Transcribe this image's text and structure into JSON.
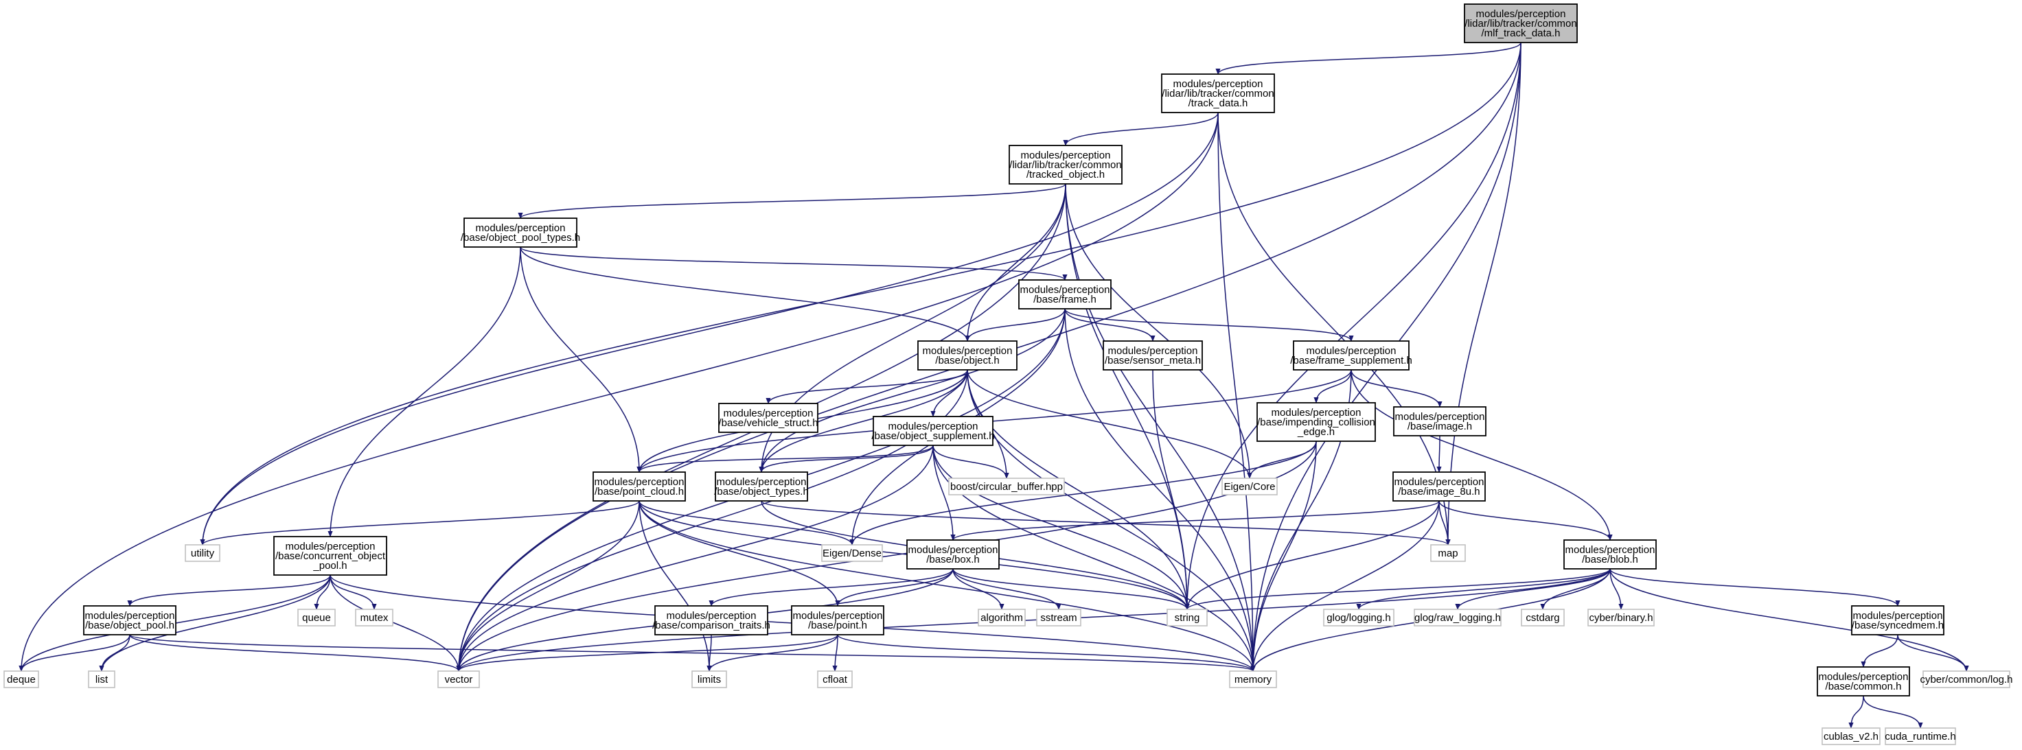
{
  "graph": {
    "nodes": [
      {
        "id": "mlf",
        "kind": "root",
        "lines": [
          "modules/perception",
          "/lidar/lib/tracker/common",
          "/mlf_track_data.h"
        ]
      },
      {
        "id": "track_data",
        "kind": "main",
        "lines": [
          "modules/perception",
          "/lidar/lib/tracker/common",
          "/track_data.h"
        ]
      },
      {
        "id": "tracked_object",
        "kind": "main",
        "lines": [
          "modules/perception",
          "/lidar/lib/tracker/common",
          "/tracked_object.h"
        ]
      },
      {
        "id": "object_pool_types",
        "kind": "main",
        "lines": [
          "modules/perception",
          "/base/object_pool_types.h"
        ]
      },
      {
        "id": "frame",
        "kind": "main",
        "lines": [
          "modules/perception",
          "/base/frame.h"
        ]
      },
      {
        "id": "object",
        "kind": "main",
        "lines": [
          "modules/perception",
          "/base/object.h"
        ]
      },
      {
        "id": "sensor_meta",
        "kind": "main",
        "lines": [
          "modules/perception",
          "/base/sensor_meta.h"
        ]
      },
      {
        "id": "frame_supplement",
        "kind": "main",
        "lines": [
          "modules/perception",
          "/base/frame_supplement.h"
        ]
      },
      {
        "id": "vehicle_struct",
        "kind": "main",
        "lines": [
          "modules/perception",
          "/base/vehicle_struct.h"
        ]
      },
      {
        "id": "object_supplement",
        "kind": "main",
        "lines": [
          "modules/perception",
          "/base/object_supplement.h"
        ]
      },
      {
        "id": "impending",
        "kind": "main",
        "lines": [
          "modules/perception",
          "/base/impending_collision",
          "_edge.h"
        ]
      },
      {
        "id": "image",
        "kind": "main",
        "lines": [
          "modules/perception",
          "/base/image.h"
        ]
      },
      {
        "id": "point_cloud",
        "kind": "main",
        "lines": [
          "modules/perception",
          "/base/point_cloud.h"
        ]
      },
      {
        "id": "object_types",
        "kind": "main",
        "lines": [
          "modules/perception",
          "/base/object_types.h"
        ]
      },
      {
        "id": "image_8u",
        "kind": "main",
        "lines": [
          "modules/perception",
          "/base/image_8u.h"
        ]
      },
      {
        "id": "concurrent_pool",
        "kind": "main",
        "lines": [
          "modules/perception",
          "/base/concurrent_object",
          "_pool.h"
        ]
      },
      {
        "id": "box",
        "kind": "main",
        "lines": [
          "modules/perception",
          "/base/box.h"
        ]
      },
      {
        "id": "blob",
        "kind": "main",
        "lines": [
          "modules/perception",
          "/base/blob.h"
        ]
      },
      {
        "id": "object_pool",
        "kind": "main",
        "lines": [
          "modules/perception",
          "/base/object_pool.h"
        ]
      },
      {
        "id": "comparison",
        "kind": "main",
        "lines": [
          "modules/perception",
          "/base/comparison_traits.h"
        ]
      },
      {
        "id": "point",
        "kind": "main",
        "lines": [
          "modules/perception",
          "/base/point.h"
        ]
      },
      {
        "id": "syncedmem",
        "kind": "main",
        "lines": [
          "modules/perception",
          "/base/syncedmem.h"
        ]
      },
      {
        "id": "common",
        "kind": "main",
        "lines": [
          "modules/perception",
          "/base/common.h"
        ]
      },
      {
        "id": "utility",
        "kind": "ext",
        "lines": [
          "utility"
        ]
      },
      {
        "id": "map",
        "kind": "ext",
        "lines": [
          "map"
        ]
      },
      {
        "id": "deque",
        "kind": "ext",
        "lines": [
          "deque"
        ]
      },
      {
        "id": "list",
        "kind": "ext",
        "lines": [
          "list"
        ]
      },
      {
        "id": "vector",
        "kind": "ext",
        "lines": [
          "vector"
        ]
      },
      {
        "id": "memory",
        "kind": "ext",
        "lines": [
          "memory"
        ]
      },
      {
        "id": "eigen_core",
        "kind": "ext",
        "lines": [
          "Eigen/Core"
        ]
      },
      {
        "id": "eigen_dense",
        "kind": "ext",
        "lines": [
          "Eigen/Dense"
        ]
      },
      {
        "id": "boost_cb",
        "kind": "ext",
        "lines": [
          "boost/circular_buffer.hpp"
        ]
      },
      {
        "id": "string",
        "kind": "ext",
        "lines": [
          "string"
        ]
      },
      {
        "id": "queue",
        "kind": "ext",
        "lines": [
          "queue"
        ]
      },
      {
        "id": "mutex",
        "kind": "ext",
        "lines": [
          "mutex"
        ]
      },
      {
        "id": "limits",
        "kind": "ext",
        "lines": [
          "limits"
        ]
      },
      {
        "id": "cfloat",
        "kind": "ext",
        "lines": [
          "cfloat"
        ]
      },
      {
        "id": "algorithm",
        "kind": "ext",
        "lines": [
          "algorithm"
        ]
      },
      {
        "id": "sstream",
        "kind": "ext",
        "lines": [
          "sstream"
        ]
      },
      {
        "id": "glog_logging",
        "kind": "ext",
        "lines": [
          "glog/logging.h"
        ]
      },
      {
        "id": "glog_raw",
        "kind": "ext",
        "lines": [
          "glog/raw_logging.h"
        ]
      },
      {
        "id": "cstdarg",
        "kind": "ext",
        "lines": [
          "cstdarg"
        ]
      },
      {
        "id": "cyber_binary",
        "kind": "ext",
        "lines": [
          "cyber/binary.h"
        ]
      },
      {
        "id": "cyber_log",
        "kind": "ext",
        "lines": [
          "cyber/common/log.h"
        ]
      },
      {
        "id": "cublas",
        "kind": "ext",
        "lines": [
          "cublas_v2.h"
        ]
      },
      {
        "id": "cuda_runtime",
        "kind": "ext",
        "lines": [
          "cuda_runtime.h"
        ]
      }
    ],
    "edges": [
      [
        "mlf",
        "track_data"
      ],
      [
        "mlf",
        "utility"
      ],
      [
        "mlf",
        "vector"
      ],
      [
        "mlf",
        "map"
      ],
      [
        "mlf",
        "string"
      ],
      [
        "mlf",
        "memory"
      ],
      [
        "track_data",
        "tracked_object"
      ],
      [
        "track_data",
        "utility"
      ],
      [
        "track_data",
        "deque"
      ],
      [
        "track_data",
        "map"
      ],
      [
        "track_data",
        "memory"
      ],
      [
        "tracked_object",
        "object_pool_types"
      ],
      [
        "tracked_object",
        "object"
      ],
      [
        "tracked_object",
        "object_types"
      ],
      [
        "tracked_object",
        "vector"
      ],
      [
        "tracked_object",
        "eigen_core"
      ],
      [
        "tracked_object",
        "string"
      ],
      [
        "tracked_object",
        "memory"
      ],
      [
        "object_pool_types",
        "frame"
      ],
      [
        "object_pool_types",
        "object"
      ],
      [
        "object_pool_types",
        "point_cloud"
      ],
      [
        "object_pool_types",
        "concurrent_pool"
      ],
      [
        "frame",
        "object"
      ],
      [
        "frame",
        "sensor_meta"
      ],
      [
        "frame",
        "frame_supplement"
      ],
      [
        "frame",
        "object_types"
      ],
      [
        "frame",
        "eigen_dense"
      ],
      [
        "frame",
        "vector"
      ],
      [
        "frame",
        "memory"
      ],
      [
        "object",
        "vehicle_struct"
      ],
      [
        "object",
        "object_supplement"
      ],
      [
        "object",
        "point_cloud"
      ],
      [
        "object",
        "object_types"
      ],
      [
        "object",
        "boost_cb"
      ],
      [
        "object",
        "eigen_core"
      ],
      [
        "object",
        "vector"
      ],
      [
        "object",
        "string"
      ],
      [
        "object",
        "memory"
      ],
      [
        "sensor_meta",
        "string"
      ],
      [
        "frame_supplement",
        "impending"
      ],
      [
        "frame_supplement",
        "image"
      ],
      [
        "frame_supplement",
        "point_cloud"
      ],
      [
        "frame_supplement",
        "blob"
      ],
      [
        "frame_supplement",
        "memory"
      ],
      [
        "object_supplement",
        "point_cloud"
      ],
      [
        "object_supplement",
        "object_types"
      ],
      [
        "object_supplement",
        "box"
      ],
      [
        "object_supplement",
        "boost_cb"
      ],
      [
        "object_supplement",
        "vector"
      ],
      [
        "object_supplement",
        "string"
      ],
      [
        "object_supplement",
        "memory"
      ],
      [
        "impending",
        "eigen_core"
      ],
      [
        "impending",
        "eigen_dense"
      ],
      [
        "impending",
        "memory"
      ],
      [
        "impending",
        "vector"
      ],
      [
        "image",
        "image_8u"
      ],
      [
        "point_cloud",
        "point"
      ],
      [
        "point_cloud",
        "utility"
      ],
      [
        "point_cloud",
        "eigen_dense"
      ],
      [
        "point_cloud",
        "vector"
      ],
      [
        "point_cloud",
        "limits"
      ],
      [
        "point_cloud",
        "memory"
      ],
      [
        "point_cloud",
        "string"
      ],
      [
        "object_types",
        "map"
      ],
      [
        "object_types",
        "string"
      ],
      [
        "image_8u",
        "blob"
      ],
      [
        "image_8u",
        "box"
      ],
      [
        "image_8u",
        "map"
      ],
      [
        "image_8u",
        "memory"
      ],
      [
        "image_8u",
        "string"
      ],
      [
        "concurrent_pool",
        "object_pool"
      ],
      [
        "concurrent_pool",
        "deque"
      ],
      [
        "concurrent_pool",
        "list"
      ],
      [
        "concurrent_pool",
        "queue"
      ],
      [
        "concurrent_pool",
        "mutex"
      ],
      [
        "concurrent_pool",
        "vector"
      ],
      [
        "concurrent_pool",
        "memory"
      ],
      [
        "box",
        "comparison"
      ],
      [
        "box",
        "point"
      ],
      [
        "box",
        "algorithm"
      ],
      [
        "box",
        "sstream"
      ],
      [
        "box",
        "string"
      ],
      [
        "box",
        "vector"
      ],
      [
        "blob",
        "syncedmem"
      ],
      [
        "blob",
        "vector"
      ],
      [
        "blob",
        "string"
      ],
      [
        "blob",
        "memory"
      ],
      [
        "blob",
        "glog_logging"
      ],
      [
        "blob",
        "glog_raw"
      ],
      [
        "blob",
        "cstdarg"
      ],
      [
        "blob",
        "cyber_binary"
      ],
      [
        "blob",
        "cyber_log"
      ],
      [
        "object_pool",
        "deque"
      ],
      [
        "object_pool",
        "list"
      ],
      [
        "object_pool",
        "vector"
      ],
      [
        "object_pool",
        "memory"
      ],
      [
        "comparison",
        "limits"
      ],
      [
        "point",
        "cfloat"
      ],
      [
        "point",
        "limits"
      ],
      [
        "point",
        "vector"
      ],
      [
        "point",
        "memory"
      ],
      [
        "syncedmem",
        "common"
      ],
      [
        "syncedmem",
        "cyber_log"
      ],
      [
        "common",
        "cublas"
      ],
      [
        "common",
        "cuda_runtime"
      ]
    ]
  }
}
